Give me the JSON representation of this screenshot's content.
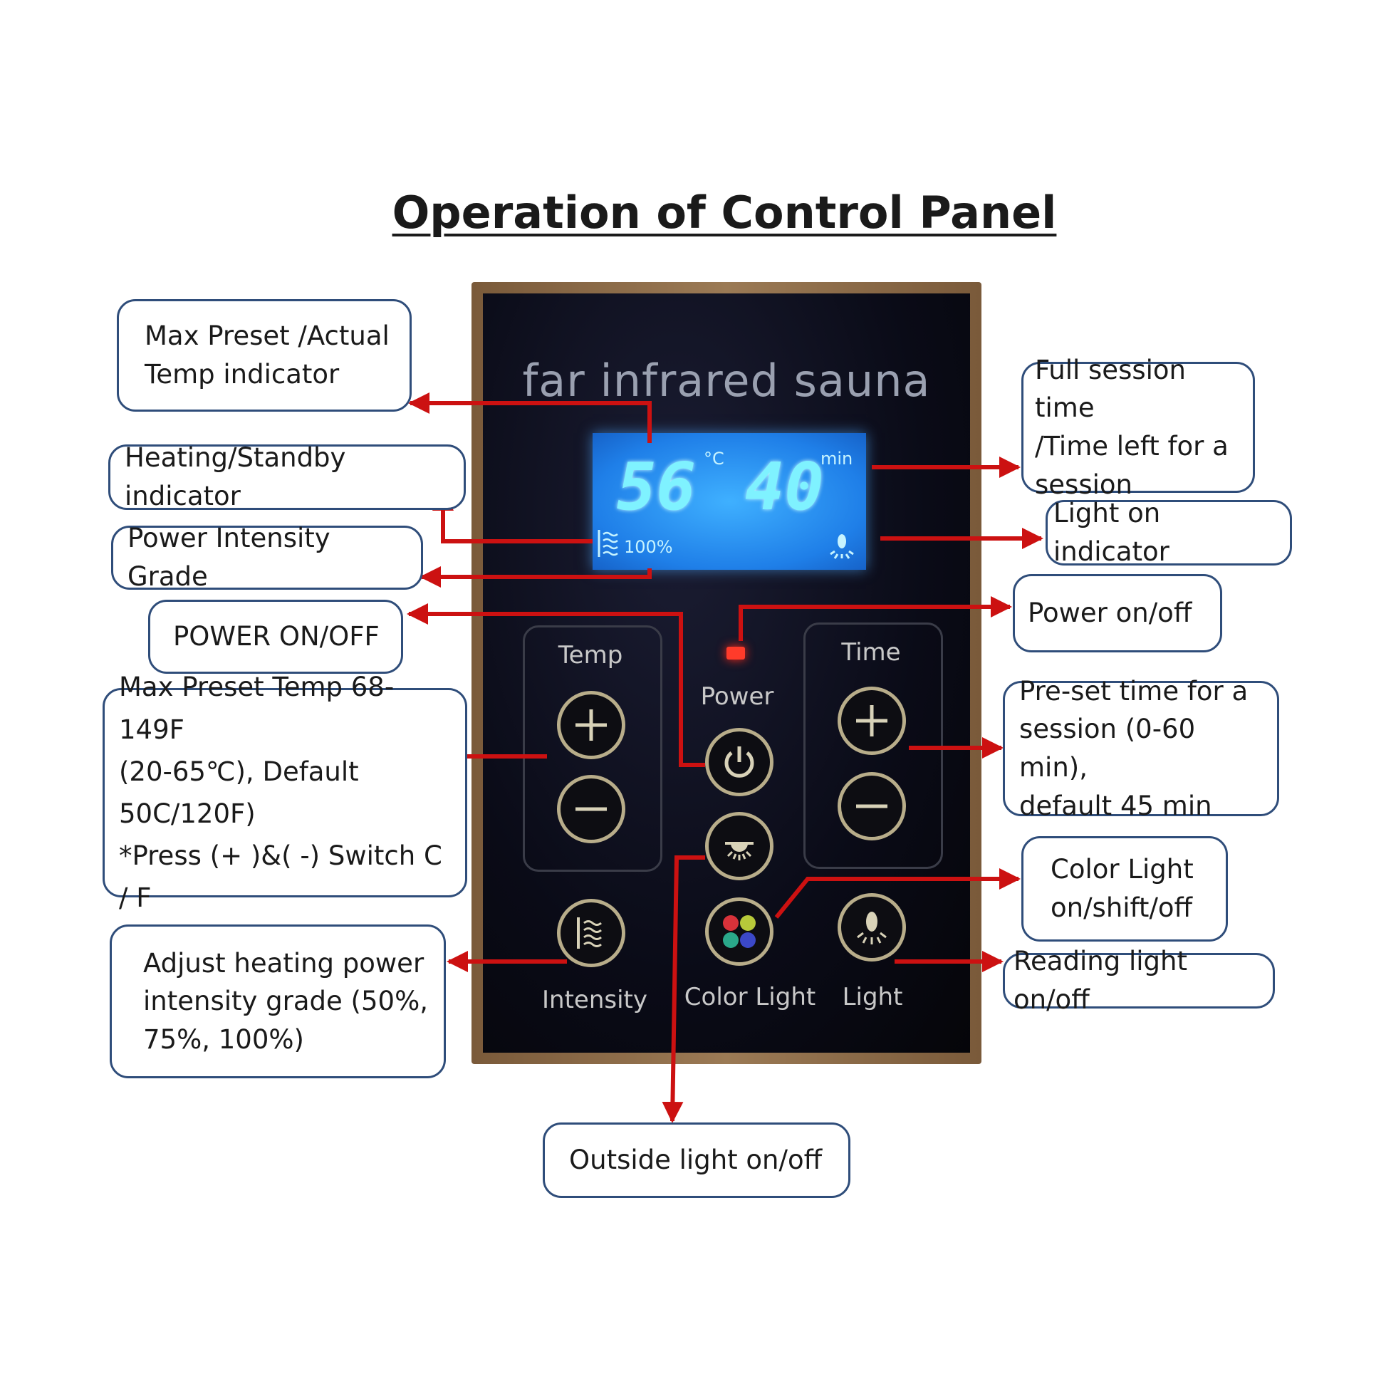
{
  "title": "Operation of Control Panel",
  "panel": {
    "brand": "far infrared sauna",
    "display": {
      "temp": "56",
      "temp_unit": "°C",
      "time": "40",
      "time_unit": "min",
      "intensity": "100%"
    },
    "labels": {
      "temp": "Temp",
      "time": "Time",
      "power": "Power",
      "intensity": "Intensity",
      "color_light": "Color Light",
      "light": "Light"
    }
  },
  "callouts": {
    "max_temp_indicator": "Max Preset /Actual\nTemp indicator",
    "heating_standby": "Heating/Standby indicator",
    "power_intensity_grade": "Power Intensity Grade",
    "power_on_off_left": "POWER ON/OFF",
    "max_preset_temp": "Max Preset Temp 68-149F\n(20-65℃), Default\n50C/120F)\n*Press (+ )&( -) Switch C / F",
    "adjust_intensity": "Adjust heating power\nintensity grade (50%,\n75%, 100%)",
    "outside_light": "Outside light on/off",
    "session_time": "Full session time\n/Time left for a\nsession",
    "light_on_indicator": "Light on indicator",
    "power_on_off_right": "Power on/off",
    "preset_time": "Pre-set time for a\nsession (0-60 min),\ndefault 45 min",
    "color_light": "Color Light\non/shift/off",
    "reading_light": "Reading light on/off"
  },
  "colors": {
    "arrow": "#cc1111",
    "callout_border": "#2f4d7a",
    "lcd": "#1f7fe8",
    "segment": "#7ff2ff"
  }
}
